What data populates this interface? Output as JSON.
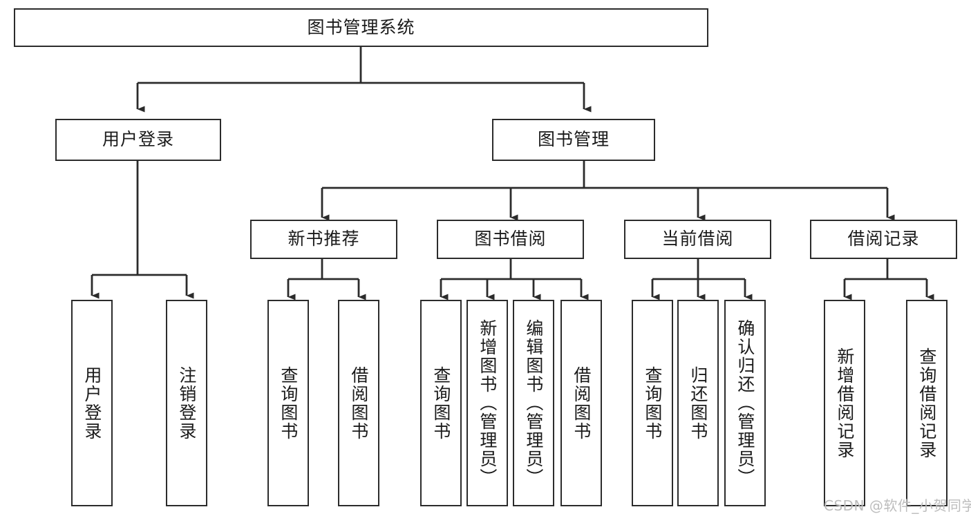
{
  "diagram": {
    "title": "图书管理系统",
    "root": {
      "label": "图书管理系统"
    },
    "level2": [
      {
        "label": "用户登录"
      },
      {
        "label": "图书管理"
      }
    ],
    "level3": [
      {
        "label": "新书推荐"
      },
      {
        "label": "图书借阅"
      },
      {
        "label": "当前借阅"
      },
      {
        "label": "借阅记录"
      }
    ],
    "leaves": {
      "user_login": [
        {
          "label": "用户登录"
        },
        {
          "label": "注销登录"
        }
      ],
      "new_book_recommend": [
        {
          "label": "查询图书"
        },
        {
          "label": "借阅图书"
        }
      ],
      "book_borrow": [
        {
          "label": "查询图书"
        },
        {
          "label": "新增图书（管理员）"
        },
        {
          "label": "编辑图书（管理员）"
        },
        {
          "label": "借阅图书"
        }
      ],
      "current_borrow": [
        {
          "label": "查询图书"
        },
        {
          "label": "归还图书"
        },
        {
          "label": "确认归还（管理员）"
        }
      ],
      "borrow_record": [
        {
          "label": "新增借阅记录"
        },
        {
          "label": "查询借阅记录"
        }
      ]
    }
  },
  "watermark": {
    "text": "CSDN @软件_小贺同学"
  },
  "colors": {
    "stroke": "#2b2b2b",
    "background": "#ffffff",
    "text": "#1a1a1a",
    "watermark": "#bdbdbd"
  }
}
